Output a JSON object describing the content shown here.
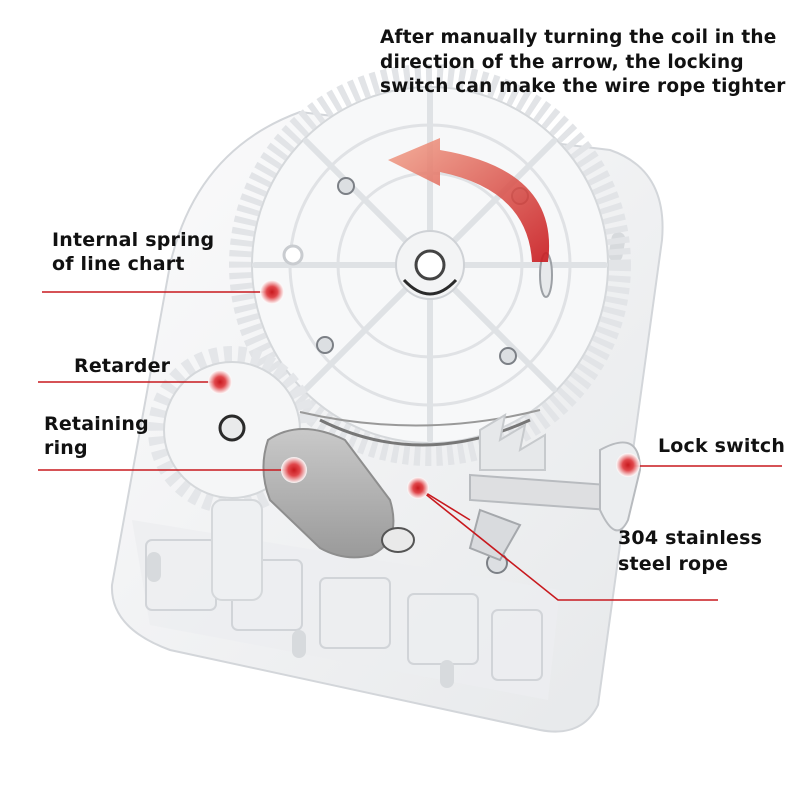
{
  "colors": {
    "accent_red": "#c8191e",
    "plastic_white": "#f4f5f6",
    "shadow_grey": "#c9ccd0",
    "knob_grey": "#a9a9a9"
  },
  "labels": {
    "arrow_instruction": "After manually turning the coil in the\ndirection of the arrow, the locking\nswitch can make the wire rope tighter",
    "internal_spring": "Internal spring\nof line chart",
    "retarder": "Retarder",
    "retaining_ring": "Retaining\nring",
    "lock_switch": "Lock switch",
    "steel_rope": "304 stainless\nsteel rope"
  }
}
